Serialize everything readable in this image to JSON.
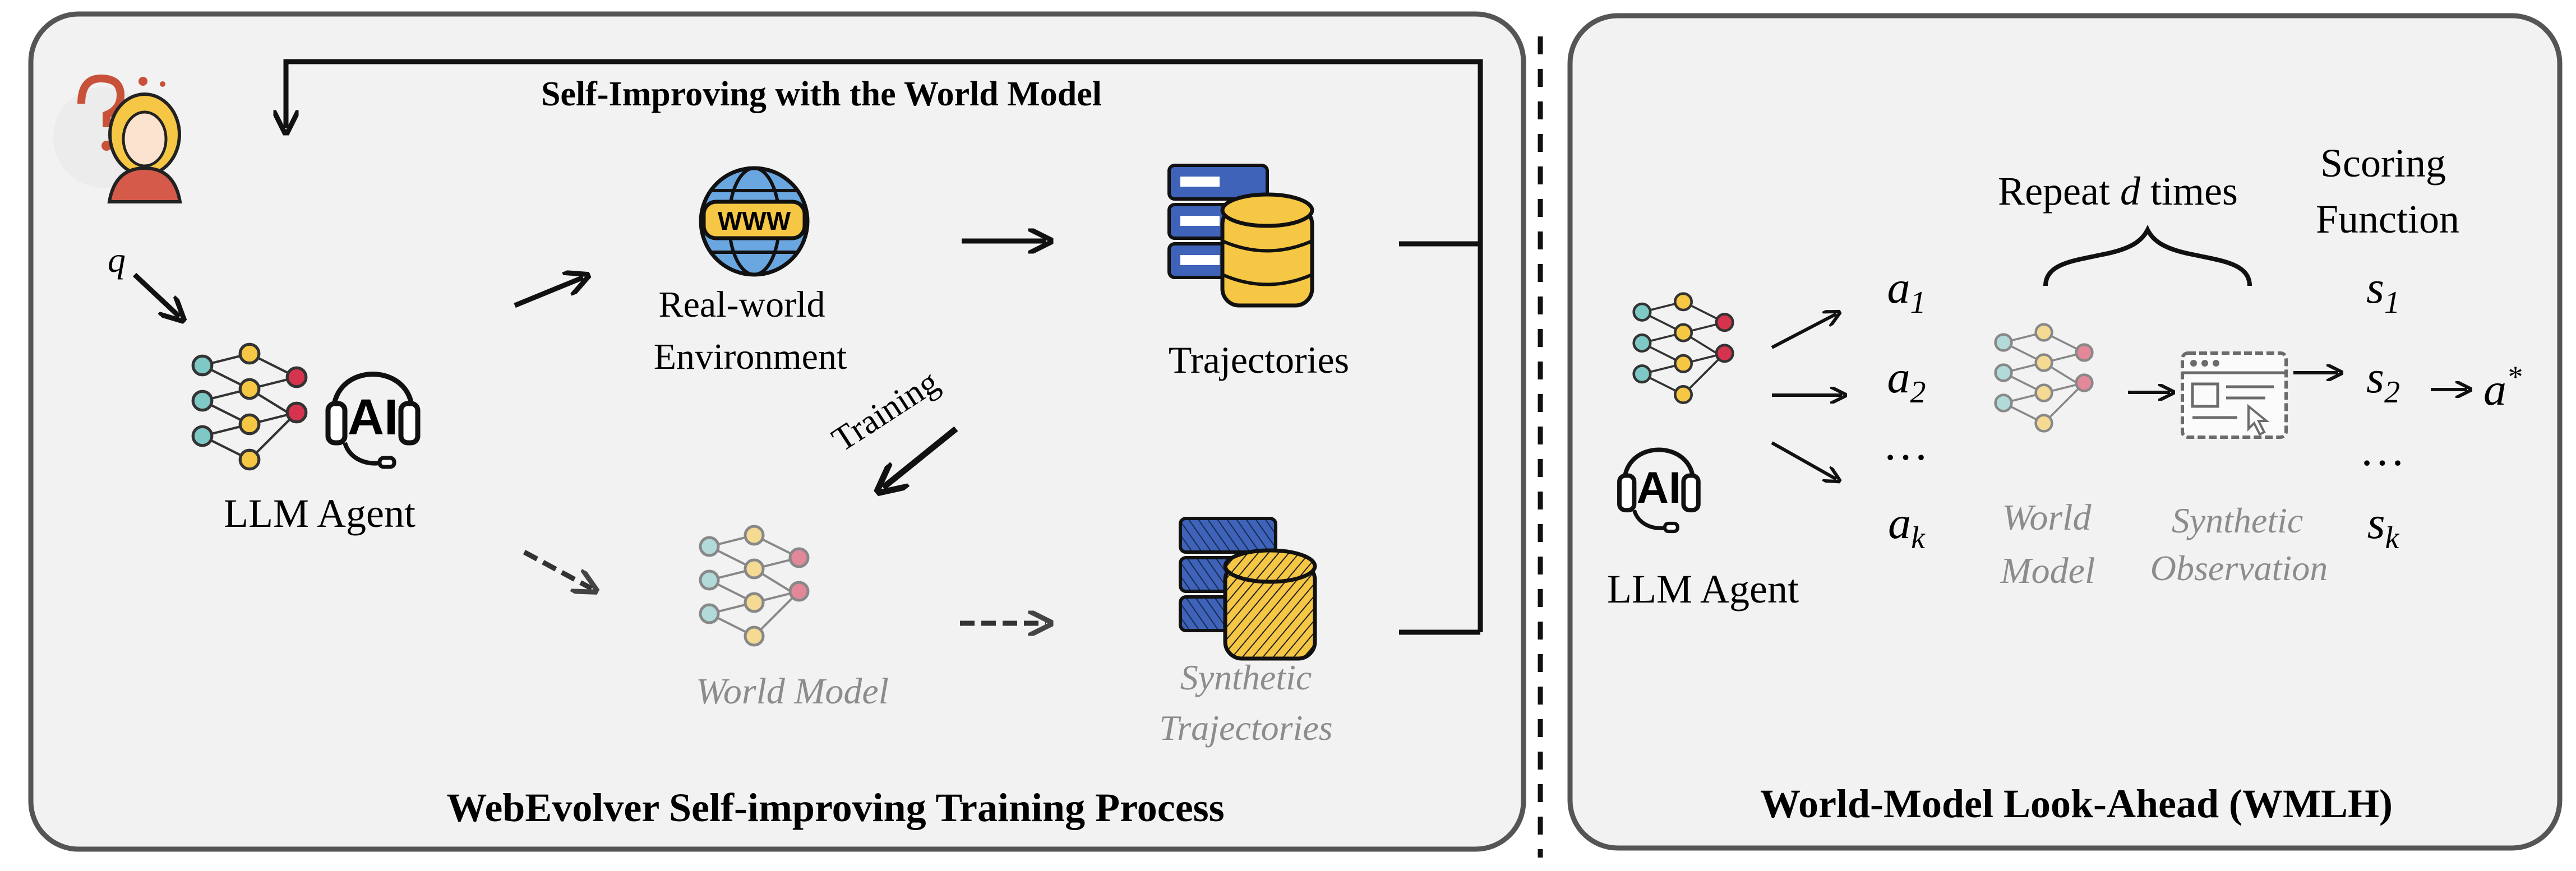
{
  "left_panel": {
    "loop_title": "Self-Improving with the World Model",
    "query_symbol": "q",
    "agent_label": "LLM Agent",
    "ai_badge": "AI",
    "www_badge": "WWW",
    "env_label_line1": "Real-world",
    "env_label_line2": "Environment",
    "trajectories_label": "Trajectories",
    "training_label": "Training",
    "world_model_label": "World Model",
    "synthetic_line1": "Synthetic",
    "synthetic_line2": "Trajectories",
    "caption": "WebEvolver Self-improving Training Process"
  },
  "right_panel": {
    "agent_label": "LLM Agent",
    "ai_badge": "AI",
    "actions": [
      {
        "base": "a",
        "sub": "1"
      },
      {
        "base": "a",
        "sub": "2"
      },
      {
        "base": "…",
        "sub": ""
      },
      {
        "base": "a",
        "sub": "k"
      }
    ],
    "repeat_prefix": "Repeat ",
    "repeat_var": "d",
    "repeat_suffix": " times",
    "wm_line1": "World",
    "wm_line2": "Model",
    "obs_line1": "Synthetic",
    "obs_line2": "Observation",
    "scoring_line1": "Scoring",
    "scoring_line2": "Function",
    "scores": [
      {
        "base": "s",
        "sub": "1"
      },
      {
        "base": "s",
        "sub": "2"
      },
      {
        "base": "…",
        "sub": ""
      },
      {
        "base": "s",
        "sub": "k"
      }
    ],
    "result_base": "a",
    "result_sup": "*",
    "caption": "World-Model Look-Ahead (WMLH)"
  },
  "colors": {
    "panel_fill": "#f2f2f2",
    "panel_border": "#555555",
    "faded_text": "#8c8c8c",
    "node_teal": "#7ec8c6",
    "node_yellow": "#f6c744",
    "node_red": "#d6334f",
    "db_yellow": "#f6c744",
    "server_blue": "#3e63b8",
    "globe_blue": "#6aa6e0"
  }
}
